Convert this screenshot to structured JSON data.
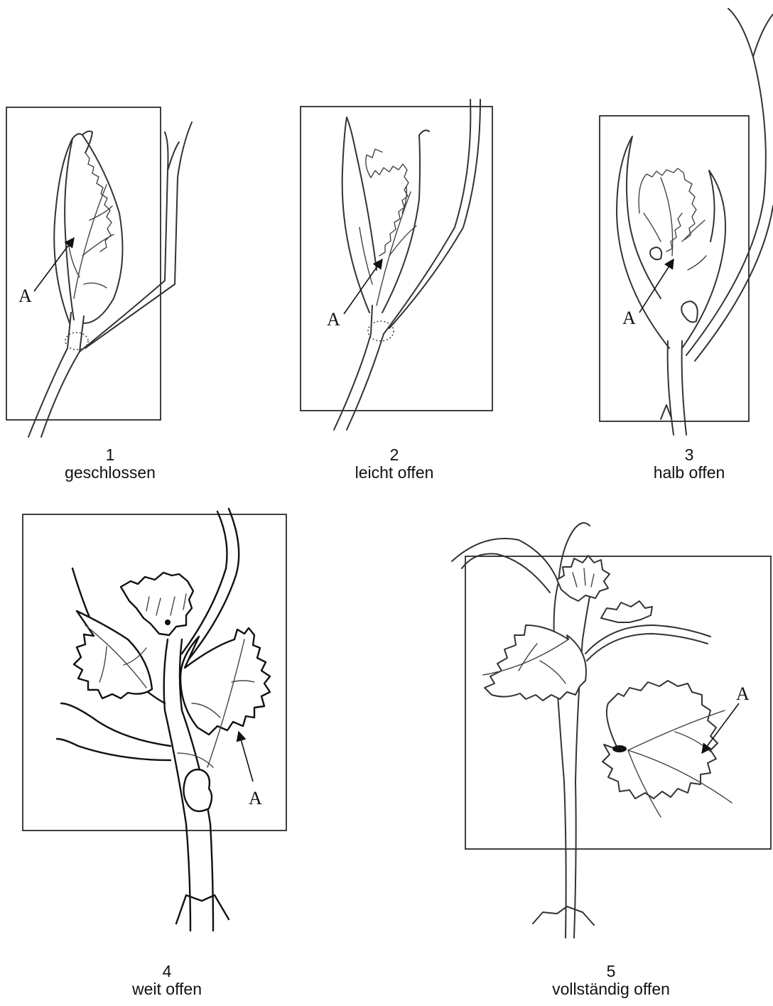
{
  "pointer_label": "A",
  "stages": [
    {
      "number": "1",
      "label": "geschlossen"
    },
    {
      "number": "2",
      "label": "leicht offen"
    },
    {
      "number": "3",
      "label": "halb offen"
    },
    {
      "number": "4",
      "label": "weit offen"
    },
    {
      "number": "5",
      "label": "vollständig offen"
    }
  ]
}
